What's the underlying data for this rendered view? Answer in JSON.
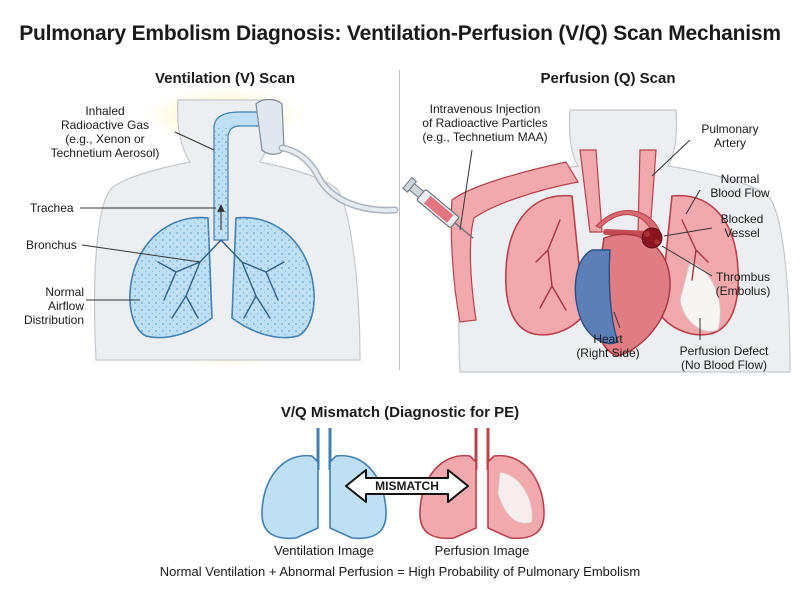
{
  "title": "Pulmonary Embolism Diagnosis: Ventilation-Perfusion (V/Q) Scan Mechanism",
  "ventilation": {
    "title": "Ventilation (V) Scan",
    "labels": {
      "gas_1": "Inhaled",
      "gas_2": "Radioactive Gas",
      "gas_3": "(e.g., Xenon or",
      "gas_4": "Technetium Aerosol)",
      "trachea": "Trachea",
      "bronchus": "Bronchus",
      "airflow_1": "Normal",
      "airflow_2": "Airflow",
      "airflow_3": "Distribution"
    }
  },
  "perfusion": {
    "title": "Perfusion (Q) Scan",
    "labels": {
      "inj_1": "Intravenous Injection",
      "inj_2": "of Radioactive Particles",
      "inj_3": "(e.g., Technetium MAA)",
      "pa_1": "Pulmonary",
      "pa_2": "Artery",
      "nbf_1": "Normal",
      "nbf_2": "Blood Flow",
      "bv_1": "Blocked",
      "bv_2": "Vessel",
      "thr_1": "Thrombus",
      "thr_2": "(Embolus)",
      "heart_1": "Heart",
      "heart_2": "(Right Side)",
      "pd_1": "Perfusion Defect",
      "pd_2": "(No Blood Flow)"
    }
  },
  "mismatch": {
    "title": "V/Q Mismatch (Diagnostic for PE)",
    "badge": "MISMATCH",
    "vent_caption": "Ventilation Image",
    "perf_caption": "Perfusion Image",
    "conclusion": "Normal Ventilation + Abnormal Perfusion = High Probability of Pulmonary Embolism"
  },
  "colors": {
    "vent_blue": "#bfe0f4",
    "vent_stroke": "#3f7fb4",
    "perf_red": "#f2a9ad",
    "perf_stroke": "#b8424b",
    "thrombus": "#8a1520",
    "body_skin": "#e9ebee"
  }
}
